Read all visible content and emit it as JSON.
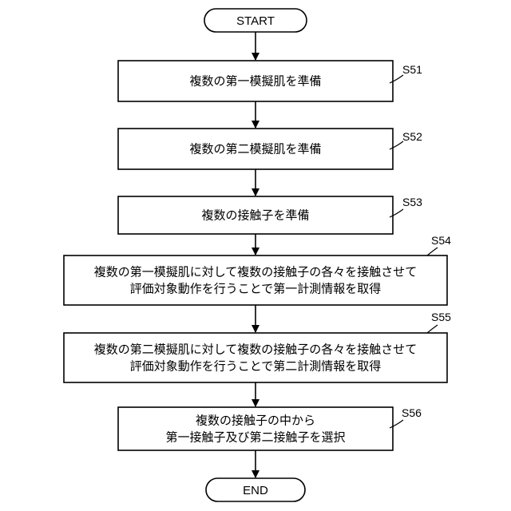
{
  "start": "START",
  "end": "END",
  "steps": [
    {
      "label": "S51",
      "lines": [
        "複数の第一模擬肌を準備"
      ]
    },
    {
      "label": "S52",
      "lines": [
        "複数の第二模擬肌を準備"
      ]
    },
    {
      "label": "S53",
      "lines": [
        "複数の接触子を準備"
      ]
    },
    {
      "label": "S54",
      "lines": [
        "複数の第一模擬肌に対して複数の接触子の各々を接触させて",
        "評価対象動作を行うことで第一計測情報を取得"
      ]
    },
    {
      "label": "S55",
      "lines": [
        "複数の第二模擬肌に対して複数の接触子の各々を接触させて",
        "評価対象動作を行うことで第二計測情報を取得"
      ]
    },
    {
      "label": "S56",
      "lines": [
        "複数の接触子の中から",
        "第一接触子及び第二接触子を選択"
      ]
    }
  ]
}
